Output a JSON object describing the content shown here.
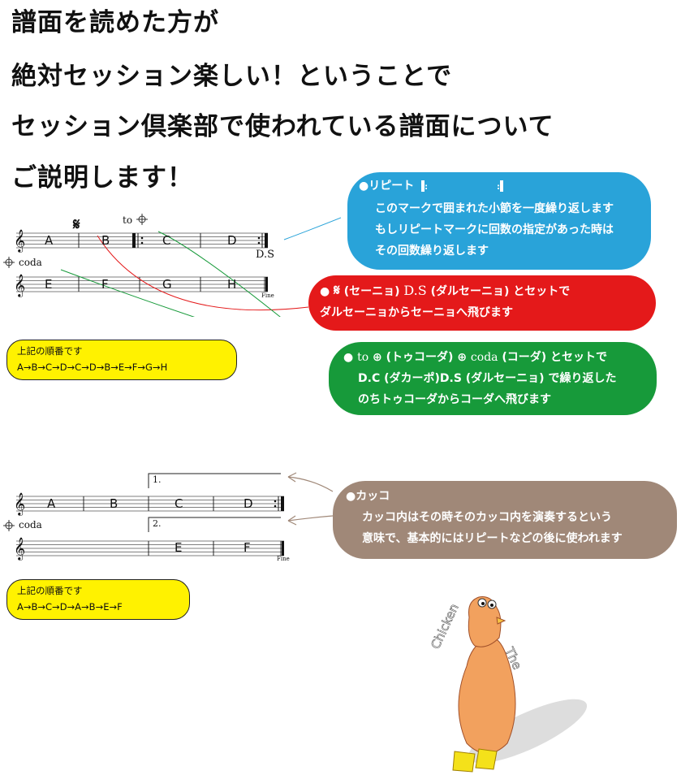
{
  "headings": [
    "譜面を読めた方が",
    "絶対セッション楽しい！ということで",
    "セッション倶楽部で使われている譜面について",
    "ご説明します！"
  ],
  "score1": {
    "row1_measures": [
      "A",
      "B",
      "C",
      "D"
    ],
    "row2_measures": [
      "E",
      "F",
      "G",
      "H"
    ],
    "to_label": "to",
    "ds_label": "D.S",
    "coda_label": "coda",
    "fine_label": "Fine"
  },
  "order1": {
    "label": "上記の順番です",
    "sequence": "A→B→C→D→C→D→B→E→F→G→H"
  },
  "repeat_bubble": {
    "title": "●リピート",
    "lines": [
      "このマークで囲まれた小節を一度繰り返します",
      "もしリピートマークに回数の指定があった時は",
      "その回数繰り返します"
    ]
  },
  "segno_bubble": {
    "line1_pre": "(セーニョ)",
    "line1_ds": "D.S",
    "line1_post": "(ダルセーニョ) とセットで",
    "line2": "ダルセーニョからセーニョへ飛びます"
  },
  "coda_bubble": {
    "line1_to": "to",
    "line1_mid": "(トゥコーダ)",
    "line1_coda": "coda",
    "line1_post": "(コーダ) とセットで",
    "line2": "D.C (ダカーポ)D.S (ダルセーニョ) で繰り返した",
    "line3": "のちトゥコーダからコーダへ飛びます"
  },
  "score2": {
    "row1_measures": [
      "A",
      "B",
      "C",
      "D"
    ],
    "row2_measures": [
      "E",
      "F"
    ],
    "volta1": "1.",
    "volta2": "2.",
    "coda_label": "coda",
    "fine_label": "Fine"
  },
  "order2": {
    "label": "上記の順番です",
    "sequence": "A→B→C→D→A→B→E→F"
  },
  "kakko_bubble": {
    "title": "●カッコ",
    "lines": [
      "カッコ内はその時そのカッコ内を演奏するという",
      "意味で、基本的にはリピートなどの後に使われます"
    ]
  },
  "mascot": {
    "word1": "Chicken",
    "word2": "The"
  },
  "colors": {
    "blue": "#29a3d9",
    "red": "#e4191a",
    "green": "#179a3a",
    "brown": "#a08878",
    "yellow": "#fff200"
  }
}
